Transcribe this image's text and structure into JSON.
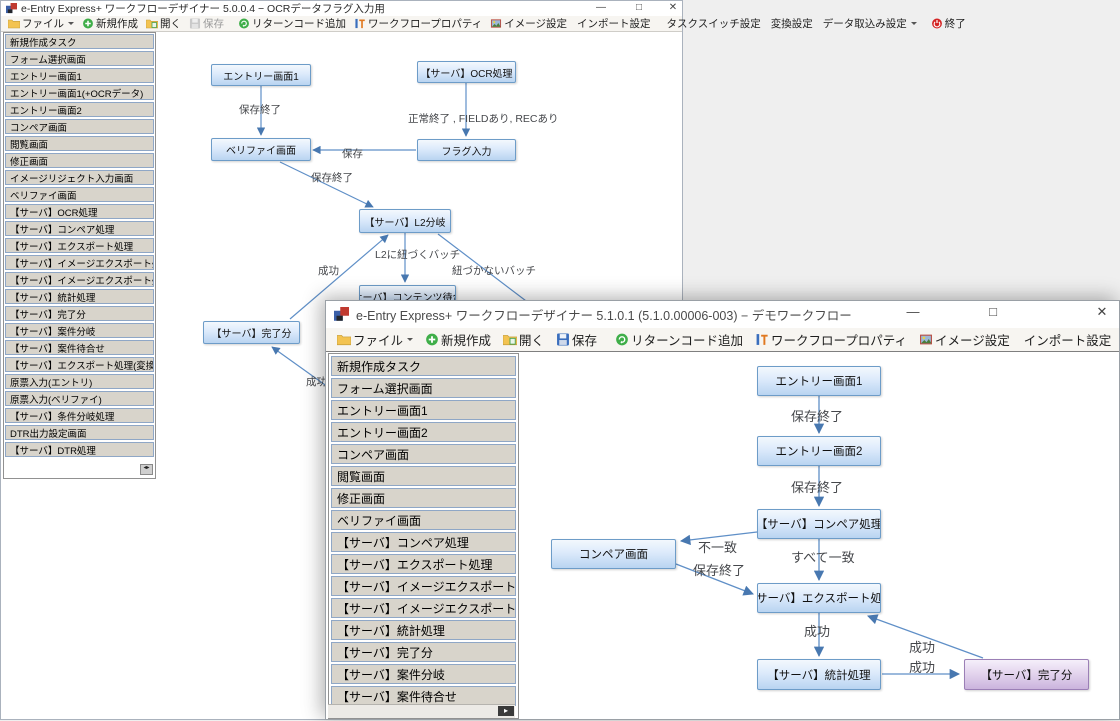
{
  "toolbar": {
    "file": "ファイル",
    "new": "新規作成",
    "open": "開く",
    "save": "保存",
    "return_code": "リターンコード追加",
    "wf_props": "ワークフロープロパティ",
    "image": "イメージ設定",
    "import": "インポート設定",
    "task_switch": "タスクスイッチ設定",
    "convert": "変換設定",
    "data_import": "データ取込み設定",
    "exit": "終了"
  },
  "window_controls": {
    "minimize": "—",
    "maximize": "□",
    "close": "✕"
  },
  "icons": {
    "scroll_right": "▸",
    "scroll_pair": "◂▸"
  },
  "colors": {
    "node_blue_border": "#6d9cc8",
    "node_blue_fill": "#b9d4f1",
    "node_purple_border": "#9b7fb6",
    "node_purple_fill": "#cbb4dd",
    "edge_line": "#5f8fc7",
    "sidebar_item_fill": "#d8d4cb",
    "exit_red": "#d42525",
    "new_green": "#3fae49"
  },
  "win1": {
    "title": "e-Entry Express+ ワークフローデザイナー 5.0.0.4 − OCRデータフラグ入力用",
    "sidebar": [
      "新規作成タスク",
      "フォーム選択画面",
      "エントリー画面1",
      "エントリー画面1(+OCRデータ)",
      "エントリー画面2",
      "コンペア画面",
      "閲覧画面",
      "修正画面",
      "イメージリジェクト入力画面",
      "ベリファイ画面",
      "【サーバ】OCR処理",
      "【サーバ】コンペア処理",
      "【サーバ】エクスポート処理",
      "【サーバ】イメージエクスポート処理(Webサーバ出力)",
      "【サーバ】イメージエクスポート処理(ローカル出力)",
      "【サーバ】統計処理",
      "【サーバ】完了分",
      "【サーバ】案件分岐",
      "【サーバ】案件待合せ",
      "【サーバ】エクスポート処理(変換)",
      "原票入力(エントリ)",
      "原票入力(ベリファイ)",
      "【サーバ】条件分岐処理",
      "DTR出力設定画面",
      "【サーバ】DTR処理"
    ],
    "nodes": [
      "エントリー画面1",
      "【サーバ】OCR処理",
      "ベリファイ画面",
      "フラグ入力",
      "【サーバ】L2分岐",
      "【サーバ】コンテンツ待合せ",
      "【サーバ】完了分"
    ],
    "edge_labels": [
      "保存終了",
      "正常終了 , FIELDあり, RECあり",
      "保存",
      "保存終了",
      "L2に紐づくバッチ",
      "成功",
      "紐づかないバッチ",
      "成功"
    ]
  },
  "win2": {
    "title": "e-Entry Express+ ワークフローデザイナー 5.1.0.1 (5.1.0.00006-003) − デモワークフロー",
    "sidebar": [
      "新規作成タスク",
      "フォーム選択画面",
      "エントリー画面1",
      "エントリー画面2",
      "コンペア画面",
      "閲覧画面",
      "修正画面",
      "ベリファイ画面",
      "【サーバ】コンペア処理",
      "【サーバ】エクスポート処理",
      "【サーバ】イメージエクスポート処理(Webサーバ出力)",
      "【サーバ】イメージエクスポート処理(ローカル出力)",
      "【サーバ】統計処理",
      "【サーバ】完了分",
      "【サーバ】案件分岐",
      "【サーバ】案件待合せ"
    ],
    "nodes": [
      "エントリー画面1",
      "エントリー画面2",
      "【サーバ】コンペア処理",
      "コンペア画面",
      "【サーバ】エクスポート処理",
      "【サーバ】統計処理",
      "【サーバ】完了分"
    ],
    "edge_labels": [
      "保存終了",
      "保存終了",
      "不一致",
      "すべて一致",
      "保存終了",
      "成功",
      "成功",
      "成功"
    ]
  }
}
